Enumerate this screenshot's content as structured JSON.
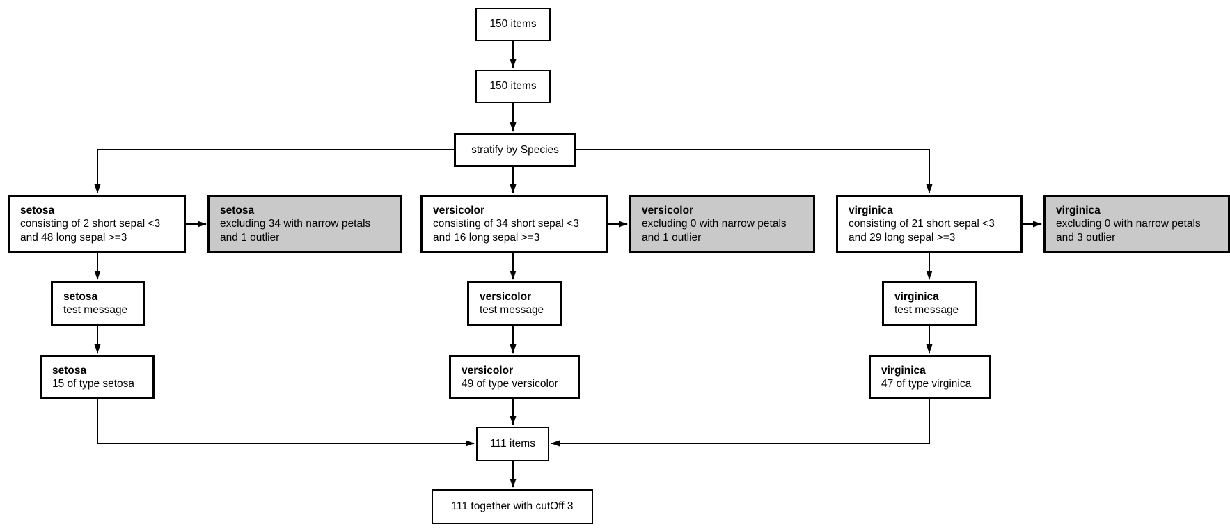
{
  "colors": {
    "node-fill": "#ffffff",
    "excluded-fill": "#c9c9c9",
    "line": "#000000",
    "text": "#000000"
  },
  "nodes": {
    "source": {
      "label": "150 items"
    },
    "cleaned": {
      "label": "150 items"
    },
    "stratify": {
      "label": "stratify by Species"
    },
    "merge": {
      "label": "111 items"
    },
    "final": {
      "label": "111 together with cutOff 3"
    }
  },
  "branches": [
    {
      "name": "setosa",
      "split": {
        "title": "setosa",
        "lines": [
          "consisting of 2 short sepal <3",
          "and 48 long sepal >=3"
        ]
      },
      "excluded": {
        "title": "setosa",
        "lines": [
          "excluding 34 with narrow petals",
          "and 1 outlier"
        ]
      },
      "message": {
        "title": "setosa",
        "lines": [
          "test message"
        ]
      },
      "filter": {
        "title": "setosa",
        "lines": [
          "15 of type setosa"
        ]
      }
    },
    {
      "name": "versicolor",
      "split": {
        "title": "versicolor",
        "lines": [
          "consisting of 34 short sepal <3",
          "and 16 long sepal >=3"
        ]
      },
      "excluded": {
        "title": "versicolor",
        "lines": [
          "excluding 0 with narrow petals",
          "and 1 outlier"
        ]
      },
      "message": {
        "title": "versicolor",
        "lines": [
          "test message"
        ]
      },
      "filter": {
        "title": "versicolor",
        "lines": [
          "49 of type versicolor"
        ]
      }
    },
    {
      "name": "virginica",
      "split": {
        "title": "virginica",
        "lines": [
          "consisting of 21 short sepal <3",
          "and 29 long sepal >=3"
        ]
      },
      "excluded": {
        "title": "virginica",
        "lines": [
          "excluding 0 with narrow petals",
          "and 3 outlier"
        ]
      },
      "message": {
        "title": "virginica",
        "lines": [
          "test message"
        ]
      },
      "filter": {
        "title": "virginica",
        "lines": [
          "47 of type virginica"
        ]
      }
    }
  ]
}
